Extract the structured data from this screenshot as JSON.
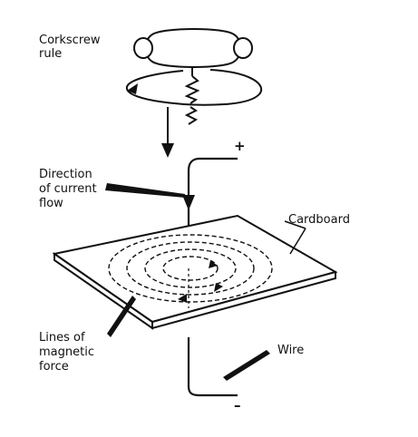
{
  "labels": {
    "corkscrew": [
      "Corkscrew",
      "rule"
    ],
    "direction": [
      "Direction",
      "of current",
      "flow"
    ],
    "cardboard": "Cardboard",
    "lines": [
      "Lines of",
      "magnetic",
      "force"
    ],
    "wire": "Wire",
    "plus": "+",
    "minus": "–"
  },
  "colors": {
    "ink": "#111111",
    "background": "#ffffff"
  }
}
